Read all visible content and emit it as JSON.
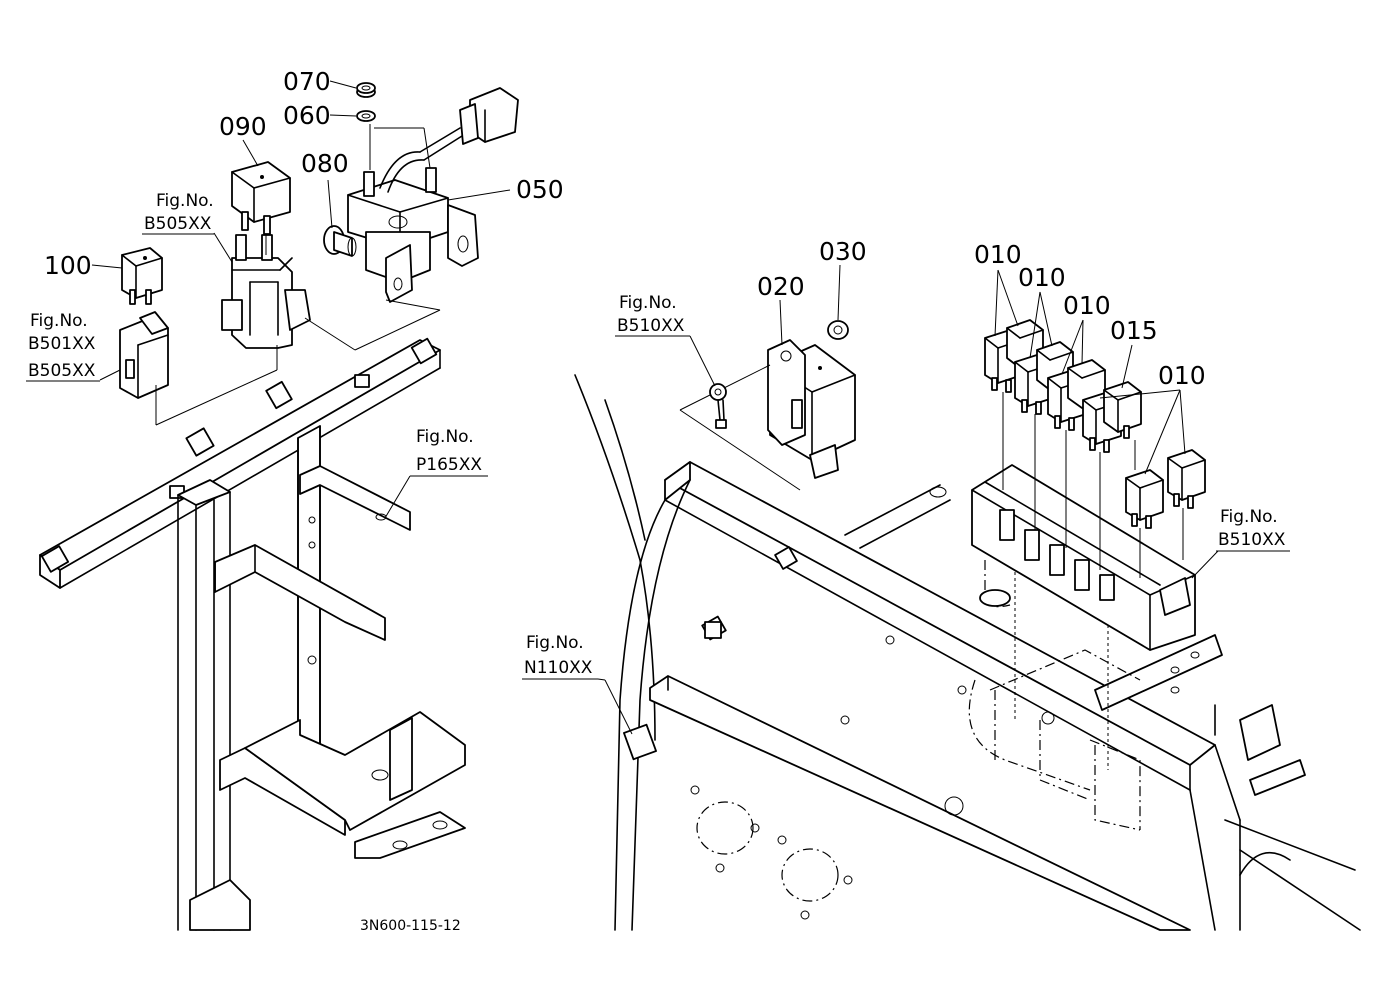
{
  "drawing_code": "3N600-115-12",
  "callouts": {
    "c070": "070",
    "c060": "060",
    "c090": "090",
    "c080": "080",
    "c050": "050",
    "c100": "100",
    "c020": "020",
    "c030": "030",
    "c010a": "010",
    "c010b": "010",
    "c010c": "010",
    "c015": "015",
    "c010d": "010"
  },
  "fig_refs": {
    "fig_label": "Fig.No.",
    "b505": "B505XX",
    "b501": "B501XX",
    "b505b": "B505XX",
    "p165": "P165XX",
    "b510": "B510XX",
    "b510b": "B510XX",
    "n110": "N110XX"
  }
}
